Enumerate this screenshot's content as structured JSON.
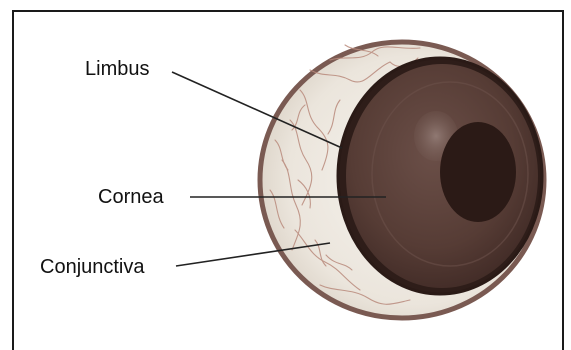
{
  "diagram": {
    "labels": {
      "limbus": "Limbus",
      "cornea": "Cornea",
      "conjunctiva": "Conjunctiva"
    },
    "colors": {
      "sclera": "#ece7e0",
      "sclera_rim": "#7a5a52",
      "iris_outer": "#5a3f38",
      "iris_inner": "#4e3530",
      "pupil": "#2b1a16",
      "vessel": "#b98a7c",
      "leader_line": "#222222"
    }
  }
}
